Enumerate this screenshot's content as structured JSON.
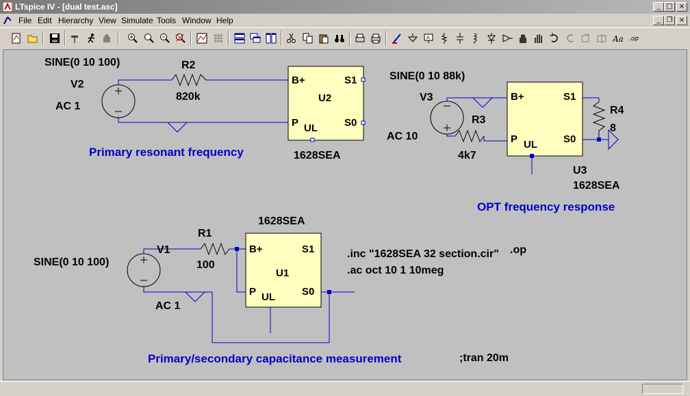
{
  "window": {
    "title": "LTspice IV - [dual test.asc]",
    "minimize": "_",
    "maximize": "□",
    "close": "×"
  },
  "menu": [
    "File",
    "Edit",
    "Hierarchy",
    "View",
    "Simulate",
    "Tools",
    "Window",
    "Help"
  ],
  "mdi": {
    "minimize": "_",
    "restore": "❐",
    "close": "×"
  },
  "circuit_top_left": {
    "source_value": "SINE(0 10 100)",
    "source_name": "V2",
    "source_ac": "AC 1",
    "resistor_name": "R2",
    "resistor_value": "820k",
    "part_pin_bplus": "B+",
    "part_pin_s1": "S1",
    "part_pin_p": "P",
    "part_pin_s0": "S0",
    "part_pin_ul": "UL",
    "part_name": "U2",
    "part_model": "1628SEA",
    "comment": "Primary resonant frequency"
  },
  "circuit_top_right": {
    "source_value": "SINE(0 10 88k)",
    "source_name": "V3",
    "source_ac": "AC 10",
    "resistor_name": "R3",
    "resistor_value": "4k7",
    "load_name": "R4",
    "load_value": "8",
    "part_pin_bplus": "B+",
    "part_pin_s1": "S1",
    "part_pin_p": "P",
    "part_pin_s0": "S0",
    "part_pin_ul": "UL",
    "part_name": "U3",
    "part_model": "1628SEA",
    "comment": "OPT frequency response"
  },
  "circuit_bottom": {
    "source_value": "SINE(0 10 100)",
    "source_name": "V1",
    "source_ac": "AC 1",
    "resistor_name": "R1",
    "resistor_value": "100",
    "part_pin_bplus": "B+",
    "part_pin_s1": "S1",
    "part_pin_p": "P",
    "part_pin_s0": "S0",
    "part_pin_ul": "UL",
    "part_name": "U1",
    "part_model": "1628SEA",
    "comment": "Primary/secondary capacitance measurement"
  },
  "directives": {
    "include": ".inc \"1628SEA 32 section.cir\"",
    "op": ".op",
    "ac": ".ac oct 10 1 10meg",
    "tran": ";tran 20m"
  },
  "colors": {
    "wire": "#0000c8",
    "symbol": "#000000",
    "part_fill": "#ffffc0",
    "canvas": "#c0c0c0",
    "comment": "#0000c8"
  }
}
